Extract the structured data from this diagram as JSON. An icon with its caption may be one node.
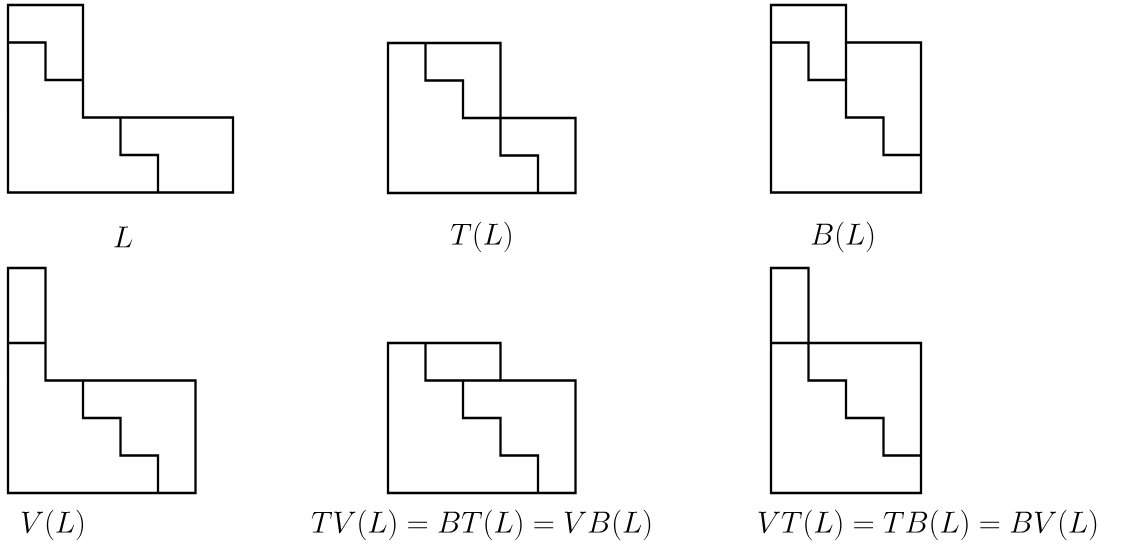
{
  "diagram": {
    "nodes": [
      {
        "text": [
          "L"
        ]
      },
      {
        "text": [
          "T(L)"
        ]
      },
      {
        "text": [
          "B(L)"
        ]
      },
      {
        "text": [
          "V(L)"
        ]
      },
      {
        "text": [
          "TV(L) = BT(L) = VB(L)"
        ]
      },
      {
        "text": [
          "VT(L) = TB(L) = BV(L)"
        ]
      }
    ]
  }
}
